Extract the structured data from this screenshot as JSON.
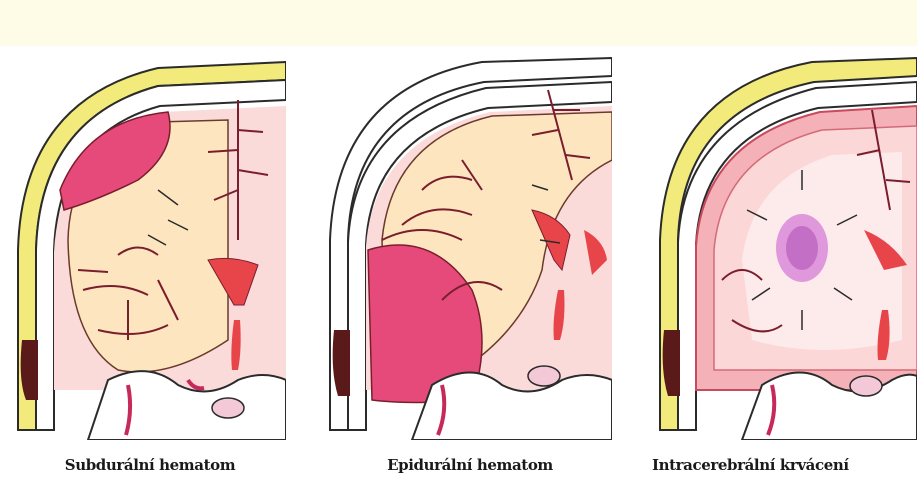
{
  "panels": [
    {
      "caption": "Subdurální hematom"
    },
    {
      "caption": "Epidurální hematom"
    },
    {
      "caption": "Intracerebrální krvácení"
    }
  ],
  "colors": {
    "skull_outline": "#2b2b2b",
    "scalp_yellow": "#f2ea7a",
    "brain_cream": "#fde6bf",
    "brain_pink": "#fbdada",
    "hematoma": "#e64a7a",
    "hematoma_light": "#f39ab4",
    "vessel": "#7a1e2e",
    "ventricle": "#e8454a",
    "top_band": "#fefbe6"
  }
}
